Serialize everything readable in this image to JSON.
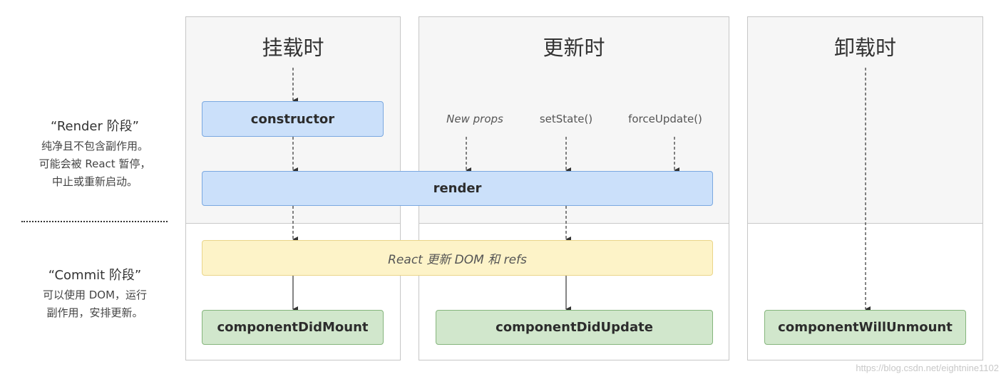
{
  "left": {
    "render_phase": {
      "title": "“Render 阶段”",
      "lines": [
        "纯净且不包含副作用。",
        "可能会被 React 暂停，",
        "中止或重新启动。"
      ]
    },
    "commit_phase": {
      "title": "“Commit 阶段”",
      "lines": [
        "可以使用 DOM，运行",
        "副作用，安排更新。"
      ]
    }
  },
  "columns": {
    "mounting": {
      "title": "挂载时"
    },
    "updating": {
      "title": "更新时",
      "triggers": [
        "New props",
        "setState()",
        "forceUpdate()"
      ]
    },
    "unmounting": {
      "title": "卸载时"
    }
  },
  "nodes": {
    "constructor": "constructor",
    "render": "render",
    "react_updates": "React 更新 DOM 和 refs",
    "did_mount": "componentDidMount",
    "did_update": "componentDidUpdate",
    "will_unmount": "componentWillUnmount"
  },
  "colors": {
    "render_phase_box": "#cbe0fa",
    "commit_box": "#d1e7cc",
    "dom_update_box": "#fdf3c8",
    "phase_background": "#f6f6f6"
  },
  "watermark": "https://blog.csdn.net/eightnine1102"
}
